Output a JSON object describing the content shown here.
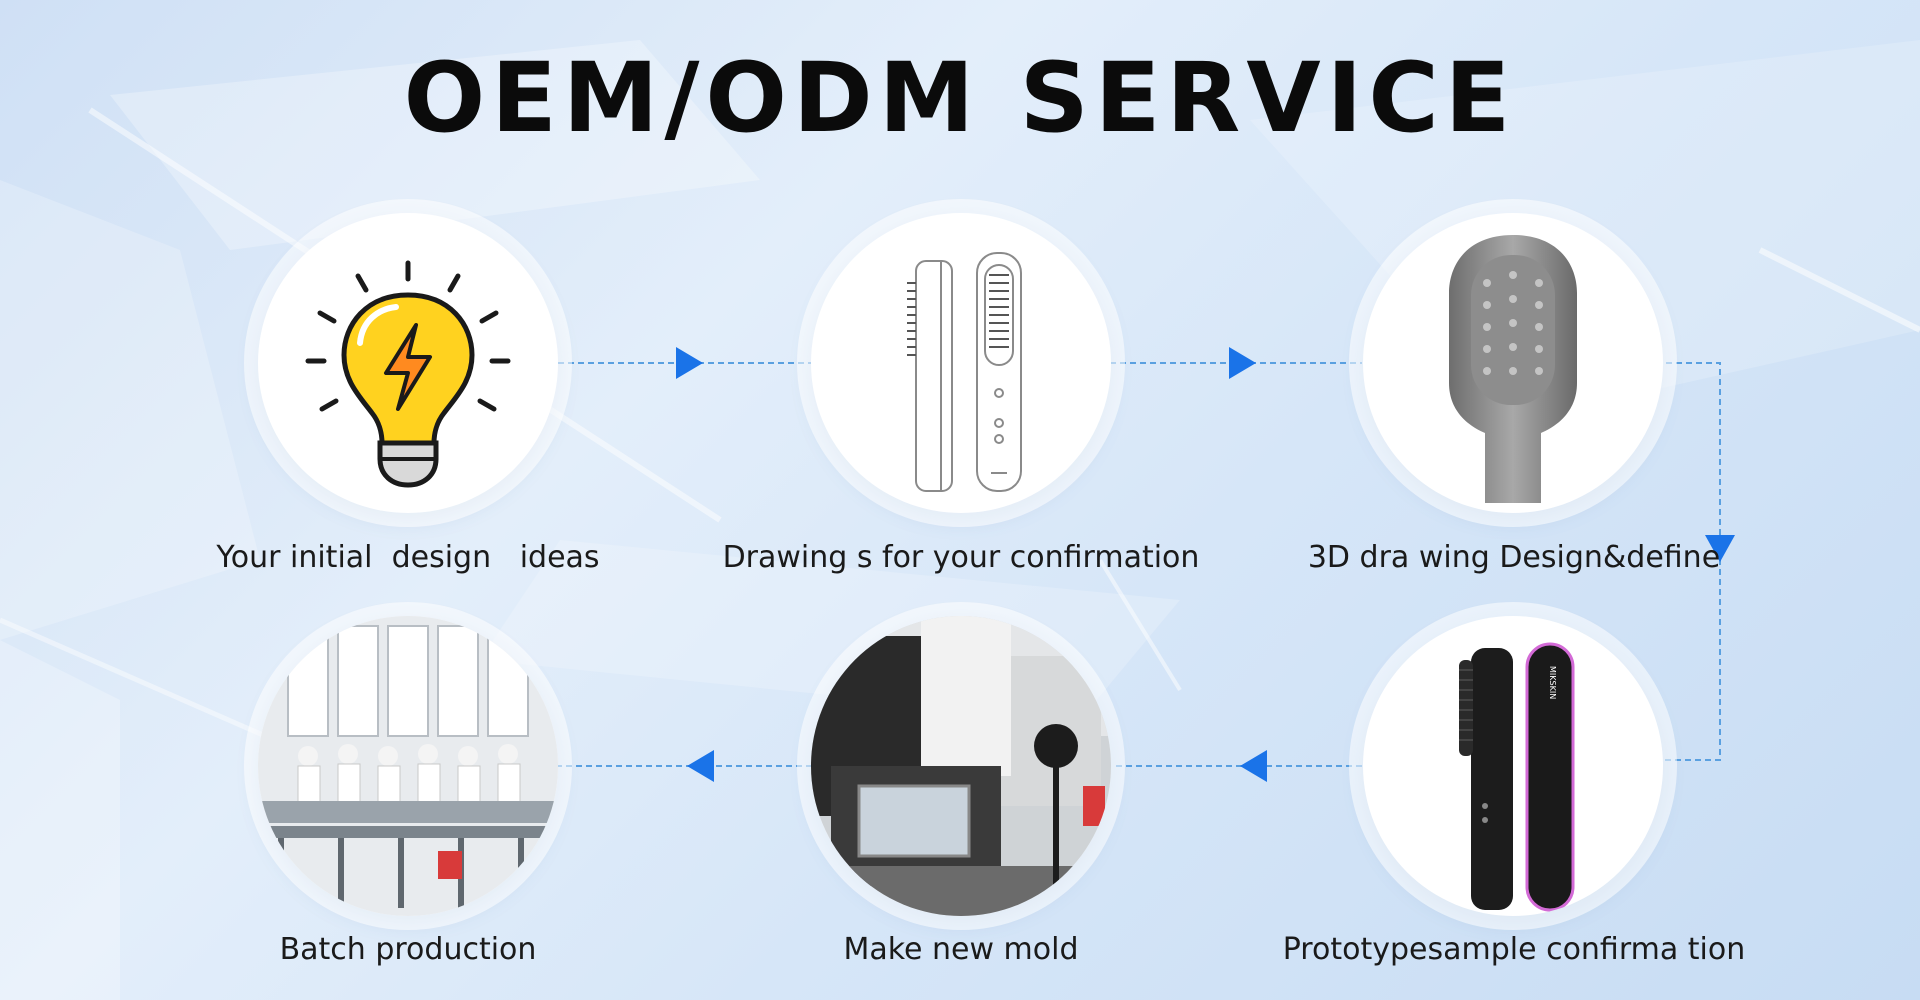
{
  "title": "OEM/ODM SERVICE",
  "steps": [
    {
      "label": "Your initial  design   ideas",
      "icon": "lightbulb-icon"
    },
    {
      "label": "Drawing s for your confirmation",
      "icon": "brush-drawing-icon"
    },
    {
      "label": "3D dra wing Design&define",
      "icon": "brush-3d-model-icon"
    },
    {
      "label": "Prototypesample confirma tion",
      "icon": "brush-prototype-icon"
    },
    {
      "label": "Make new mold",
      "icon": "mold-machine-icon"
    },
    {
      "label": "Batch production",
      "icon": "factory-line-icon"
    }
  ],
  "colors": {
    "arrow": "#1a73e8",
    "line": "#5aa0e0",
    "bulb": "#ffd21f",
    "bolt": "#ff8a1f"
  }
}
